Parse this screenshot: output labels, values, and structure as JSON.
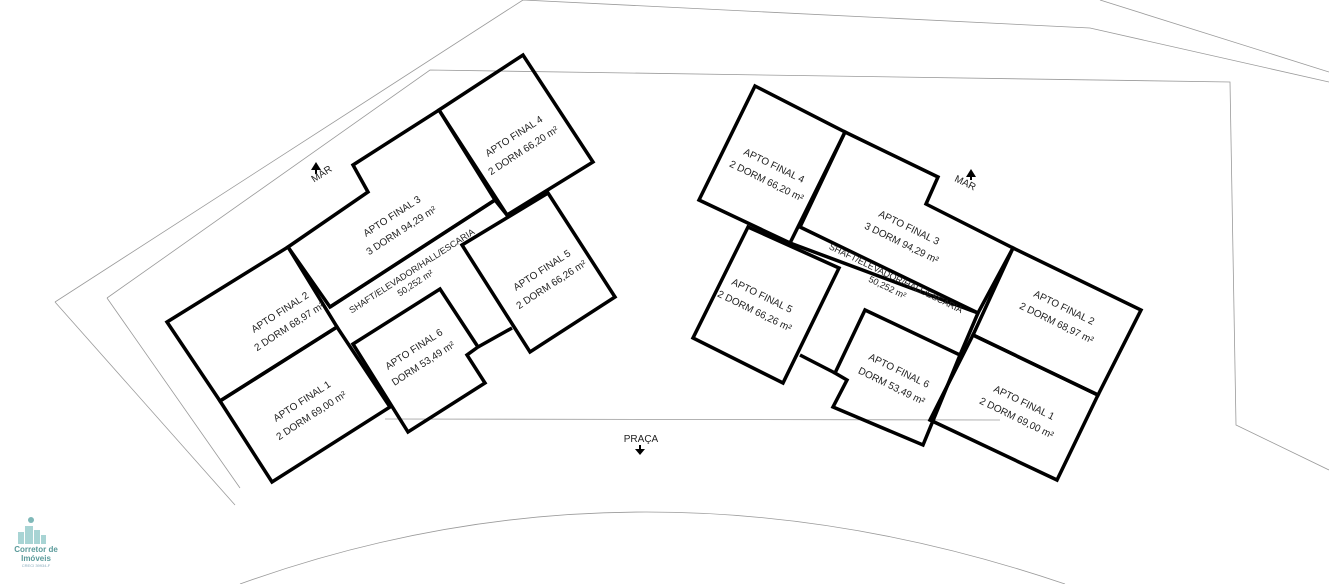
{
  "left_building": {
    "mar": "MAR",
    "shaft": {
      "line1": "SHAFT/ELEVADOR/HALL/ESCARIA",
      "line2": "50,252 m²"
    },
    "units": [
      {
        "name": "APTO FINAL 1",
        "desc": "2 DORM 69,00 m²"
      },
      {
        "name": "APTO FINAL 2",
        "desc": "2 DORM 68,97 m²"
      },
      {
        "name": "APTO FINAL 3",
        "desc": "3 DORM 94,29 m²"
      },
      {
        "name": "APTO FINAL 4",
        "desc": "2 DORM 66,20 m²"
      },
      {
        "name": "APTO FINAL 5",
        "desc": "2 DORM 66,26 m²"
      },
      {
        "name": "APTO FINAL 6",
        "desc": "DORM 53,49 m²"
      }
    ]
  },
  "right_building": {
    "mar": "MAR",
    "shaft": {
      "line1": "SHAFT/ELEVADOR/HALL/ESCARIA",
      "line2": "50,252 m²"
    },
    "units": [
      {
        "name": "APTO FINAL 1",
        "desc": "2 DORM 69,00 m²"
      },
      {
        "name": "APTO FINAL 2",
        "desc": "2 DORM 68,97 m²"
      },
      {
        "name": "APTO FINAL 3",
        "desc": "3 DORM 94,29 m²"
      },
      {
        "name": "APTO FINAL 4",
        "desc": "2 DORM 66,20 m²"
      },
      {
        "name": "APTO FINAL 5",
        "desc": "2 DORM 66,26 m²"
      },
      {
        "name": "APTO FINAL 6",
        "desc": "DORM 53,49 m²"
      }
    ]
  },
  "praca": "PRAÇA",
  "logo": {
    "title": "Corretor de Imóveis",
    "sub": "CRECI 39934-F"
  }
}
